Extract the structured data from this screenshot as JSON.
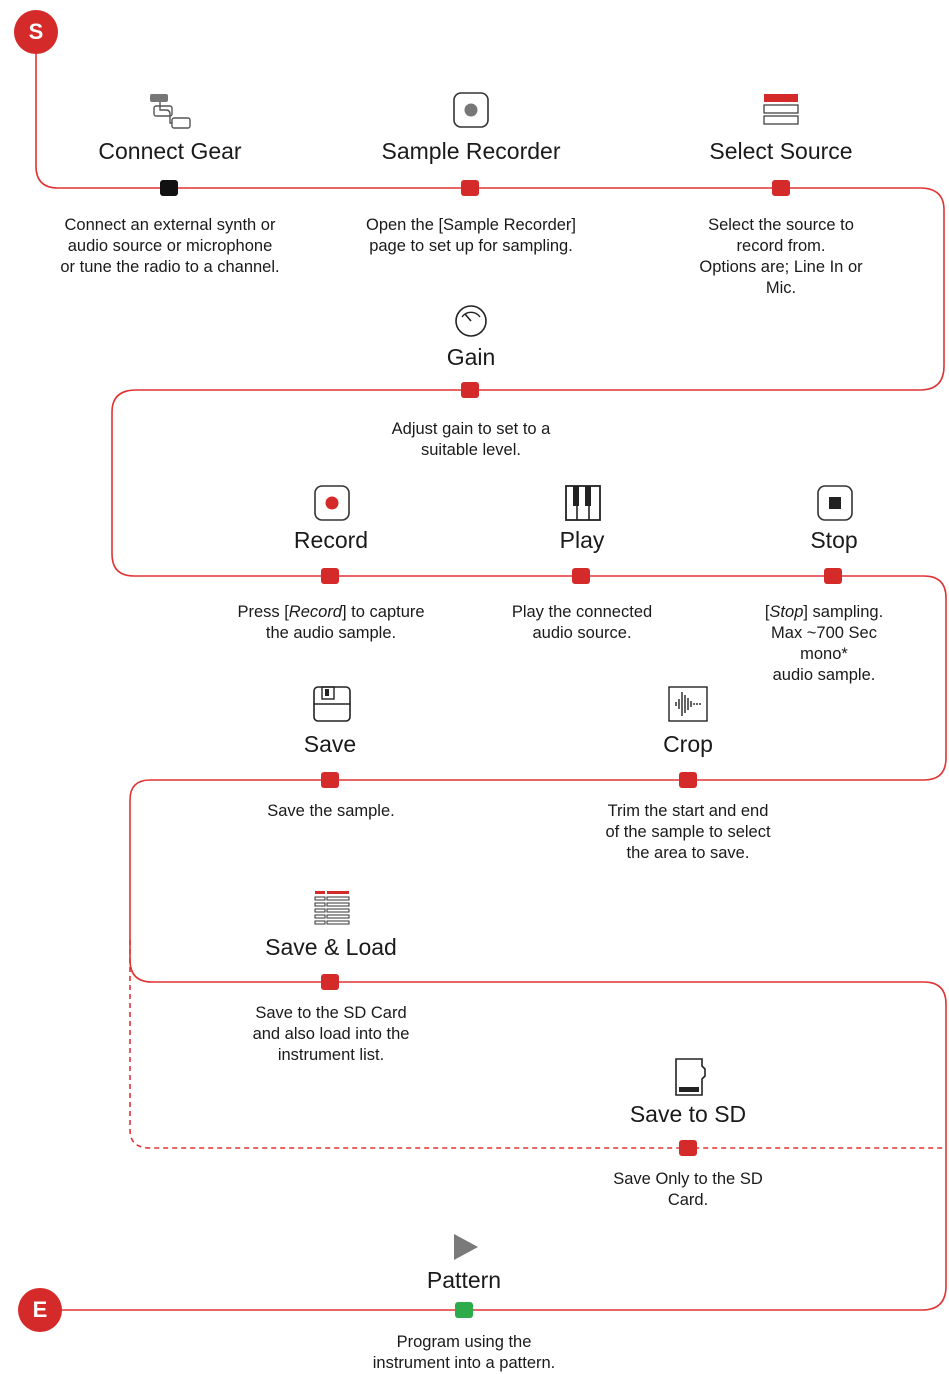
{
  "start_badge": "S",
  "end_badge": "E",
  "colors": {
    "accent": "#d42a2a",
    "line": "#e03333",
    "node_active": "#d42a2a",
    "node_start": "#111111",
    "node_end": "#2daa4a"
  },
  "steps": {
    "connect_gear": {
      "title": "Connect Gear",
      "icon": "connection-icon",
      "desc": "Connect an external synth or\naudio source or microphone\nor tune the radio to a channel."
    },
    "sample_recorder": {
      "title": "Sample Recorder",
      "icon": "record-button-icon",
      "desc": "Open the [Sample Recorder]\npage to set up for sampling."
    },
    "select_source": {
      "title": "Select Source",
      "icon": "list-icon",
      "desc": "Select the source to record from.\nOptions are; Line In or Mic."
    },
    "gain": {
      "title": "Gain",
      "icon": "gain-knob-icon",
      "desc": "Adjust gain to set to a\nsuitable level."
    },
    "record": {
      "title": "Record",
      "icon": "record-icon",
      "desc_pre": "Press [",
      "desc_em": "Record",
      "desc_post": "] to capture\nthe audio sample."
    },
    "play": {
      "title": "Play",
      "icon": "piano-keys-icon",
      "desc": "Play the connected\naudio source."
    },
    "stop": {
      "title": "Stop",
      "icon": "stop-icon",
      "desc_pre": "[",
      "desc_em": "Stop",
      "desc_post": "] sampling.\nMax ~700 Sec mono*\naudio sample."
    },
    "save": {
      "title": "Save",
      "icon": "floppy-disk-icon",
      "desc": "Save the sample."
    },
    "crop": {
      "title": "Crop",
      "icon": "waveform-icon",
      "desc": "Trim the start and end\nof the sample to select\nthe area to save."
    },
    "save_load": {
      "title": "Save & Load",
      "icon": "instrument-list-icon",
      "desc": "Save to the SD Card\nand also load into the\ninstrument list."
    },
    "save_sd": {
      "title": "Save to SD",
      "icon": "sd-card-icon",
      "desc": "Save Only to the SD\nCard."
    },
    "pattern": {
      "title": "Pattern",
      "icon": "play-triangle-icon",
      "desc": "Program using the\ninstrument into a pattern."
    }
  }
}
